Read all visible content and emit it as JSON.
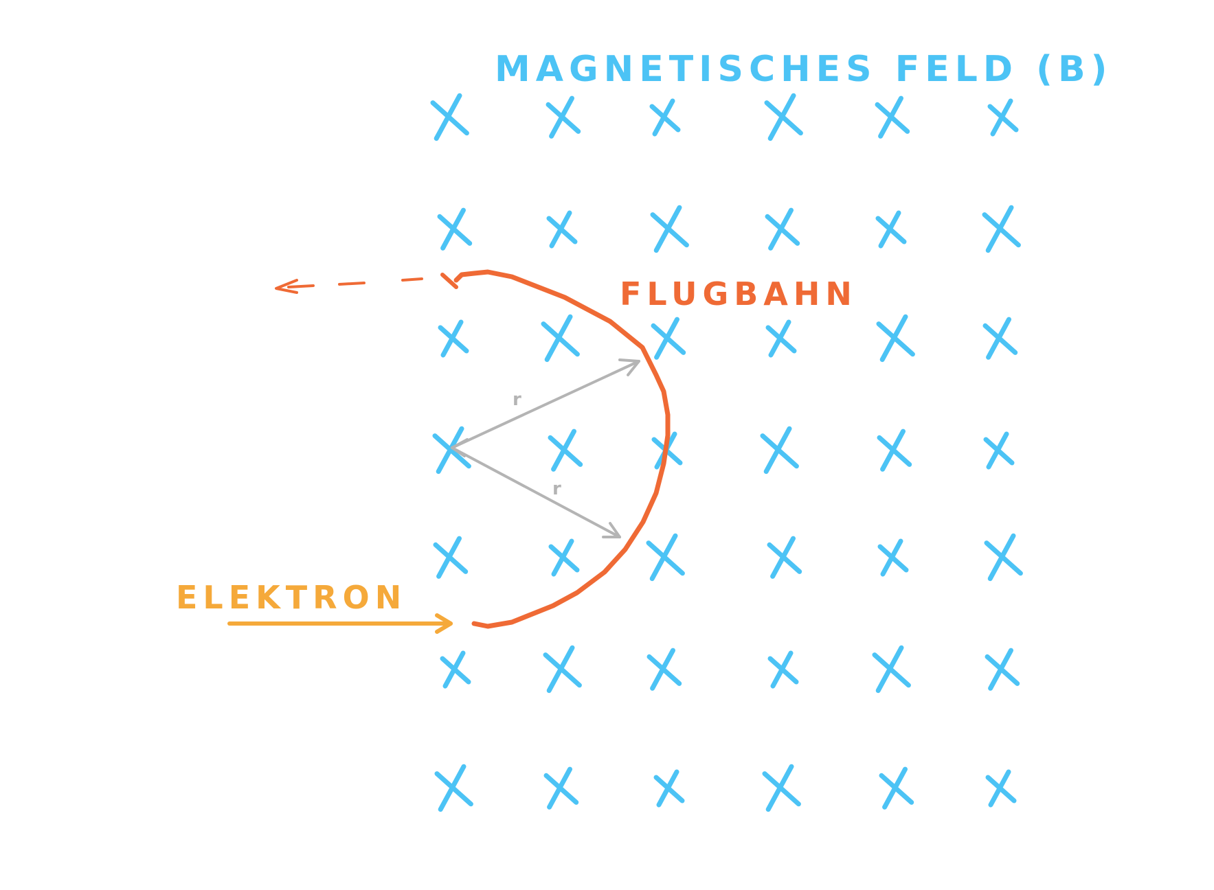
{
  "title": "MAGNETISCHES FELD (B)",
  "labels": {
    "trajectory": "FLUGBAHN",
    "particle": "ELEKTRON",
    "radius_upper": "r",
    "radius_lower": "r"
  },
  "field": {
    "symbol": "x-cross-icon",
    "direction": "into the page",
    "rows": 7,
    "cols": 6
  },
  "colors": {
    "field": "#4cc3f5",
    "trajectory": "#ef6a35",
    "particle": "#f5a93a",
    "radius": "#b4b4b4"
  }
}
